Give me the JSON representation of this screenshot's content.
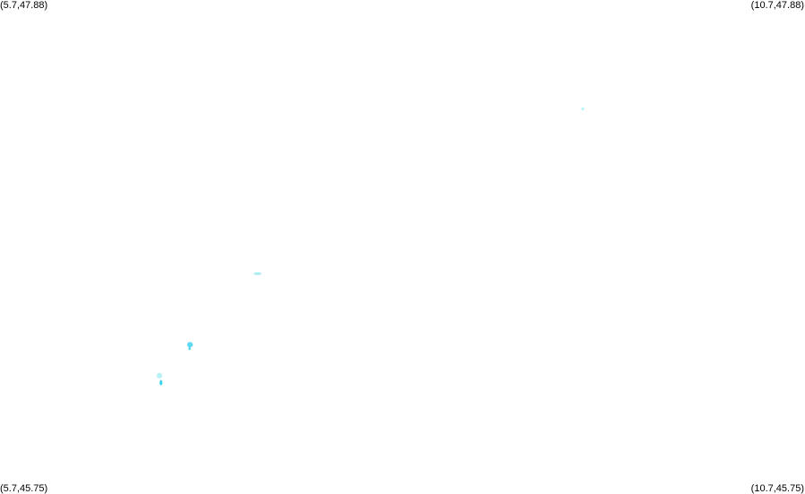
{
  "map": {
    "corners": {
      "top_left": "(5.7,47.88)",
      "top_right": "(10.7,47.88)",
      "bottom_left": "(5.7,45.75)",
      "bottom_right": "(10.7,45.75)"
    },
    "bounds": {
      "lon_min": 5.7,
      "lon_max": 10.7,
      "lat_min": 45.75,
      "lat_max": 47.88
    },
    "features": [
      {
        "name": "lake-blob-1",
        "lon": 9.32,
        "lat": 47.41,
        "color": "#a6f3f7",
        "opacity": 0.9
      },
      {
        "name": "lake-blob-2",
        "lon": 7.3,
        "lat": 46.7,
        "color": "#a0ecf2",
        "opacity": 0.9
      },
      {
        "name": "lake-blob-3",
        "lon": 6.88,
        "lat": 46.39,
        "color": "#55d9f2",
        "opacity": 0.95
      },
      {
        "name": "lake-blob-4",
        "lon": 6.69,
        "lat": 46.26,
        "color": "#a8f0f6",
        "opacity": 0.85
      },
      {
        "name": "lake-blob-5",
        "lon": 6.7,
        "lat": 46.23,
        "color": "#2fd2ee",
        "opacity": 0.95
      }
    ]
  }
}
